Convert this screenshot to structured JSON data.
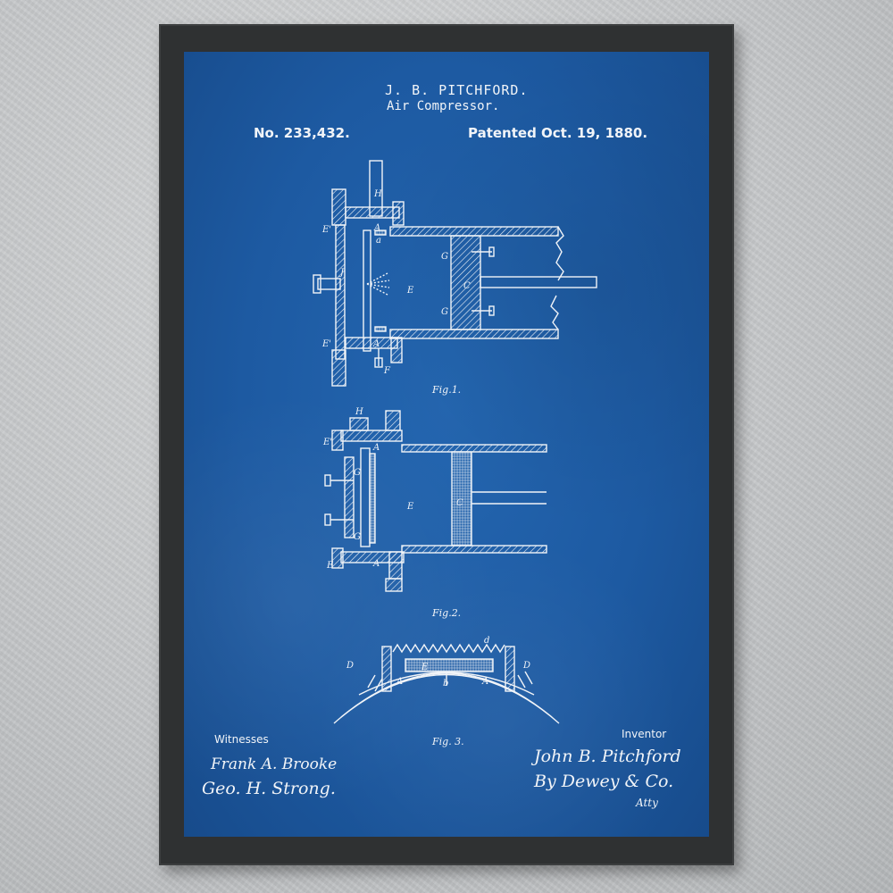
{
  "patent": {
    "inventor": "J. B. PITCHFORD.",
    "title": "Air Compressor.",
    "number": "No. 233,432.",
    "date": "Patented Oct. 19, 1880."
  },
  "figures": {
    "fig1": "Fig.1.",
    "fig2": "Fig.2.",
    "fig3": "Fig. 3."
  },
  "labels": {
    "H": "H",
    "E_prime": "E'",
    "A": "A",
    "a": "a",
    "J": "J",
    "E": "E",
    "G": "G",
    "C": "C",
    "F": "F",
    "D": "D",
    "b": "b",
    "small_d": "d"
  },
  "footer": {
    "witnesses_label": "Witnesses",
    "inventor_label": "Inventor",
    "witness_1": "Frank A. Brooke",
    "witness_2": "Geo. H. Strong.",
    "inventor_signature": "John B. Pitchford",
    "attorney_signature": "By Dewey & Co.",
    "attorney_abbrev": "Atty"
  },
  "colors": {
    "blueprint": "#1d5aa2",
    "ink": "#f1f4f8",
    "frame": "#2f3132",
    "wall": "#c4c6c8"
  }
}
